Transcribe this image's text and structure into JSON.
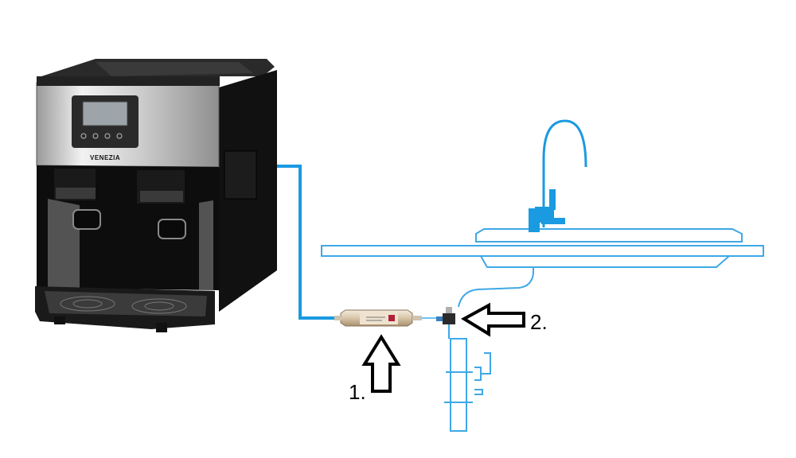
{
  "diagram": {
    "labels": {
      "filter_step": "1.",
      "valve_step": "2."
    },
    "machine": {
      "brand": "VENEZIA"
    },
    "colors": {
      "water_line": "#1a9ae0",
      "outline_blue": "#3ea8e6",
      "machine_body": "#1a1a1a",
      "steel": "#c8c8c8",
      "arrow_stroke": "#000000"
    },
    "icons": [
      "ice-maker-icon",
      "faucet-icon",
      "filter-cartridge-icon",
      "valve-icon",
      "up-arrow-icon",
      "left-arrow-icon"
    ]
  }
}
